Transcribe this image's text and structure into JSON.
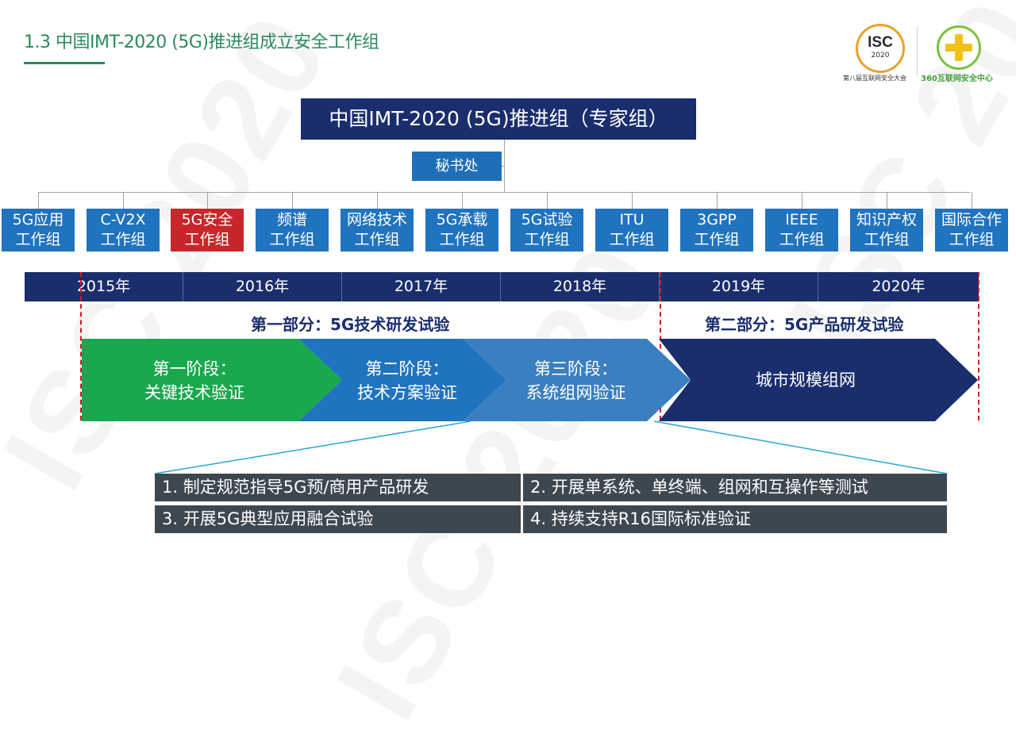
{
  "slide": {
    "title": "1.3  中国IMT-2020 (5G)推进组成立安全工作组",
    "watermark": "ISC 2020"
  },
  "logos": {
    "isc_text": "ISC",
    "isc_year": "2020",
    "isc_caption": "第八届互联网安全大会",
    "center_caption": "360互联网安全中心"
  },
  "org": {
    "top": "中国IMT-2020 (5G)推进组（专家组）",
    "secretariat": "秘书处",
    "groups": [
      {
        "line1": "5G应用",
        "line2": "工作组"
      },
      {
        "line1": "C-V2X",
        "line2": "工作组"
      },
      {
        "line1": "5G安全",
        "line2": "工作组"
      },
      {
        "line1": "频谱",
        "line2": "工作组"
      },
      {
        "line1": "网络技术",
        "line2": "工作组"
      },
      {
        "line1": "5G承载",
        "line2": "工作组"
      },
      {
        "line1": "5G试验",
        "line2": "工作组"
      },
      {
        "line1": "ITU",
        "line2": "工作组"
      },
      {
        "line1": "3GPP",
        "line2": "工作组"
      },
      {
        "line1": "IEEE",
        "line2": "工作组"
      },
      {
        "line1": "知识产权",
        "line2": "工作组"
      },
      {
        "line1": "国际合作",
        "line2": "工作组"
      }
    ],
    "highlight_color": "#c8262a",
    "group_color": "#1f73bf"
  },
  "timeline": {
    "years": [
      "2015年",
      "2016年",
      "2017年",
      "2018年",
      "2019年",
      "2020年"
    ],
    "part1": "第一部分：5G技术研发试验",
    "part2": "第二部分：5G产品研发试验",
    "phases": [
      {
        "line1": "第一阶段：",
        "line2": "关键技术验证",
        "color": "#1aa84f"
      },
      {
        "line1": "第二阶段：",
        "line2": "技术方案验证",
        "color": "#1f73bf"
      },
      {
        "line1": "第三阶段：",
        "line2": "系统组网验证",
        "color": "#3a7fc0"
      },
      {
        "line1": "城市规模组网",
        "line2": "",
        "color": "#1a2e6e"
      }
    ]
  },
  "tasks": [
    "1. 制定规范指导5G预/商用产品研发",
    "2. 开展单系统、单终端、组网和互操作等测试",
    "3. 开展5G典型应用融合试验",
    "4. 持续支持R16国际标准验证"
  ]
}
